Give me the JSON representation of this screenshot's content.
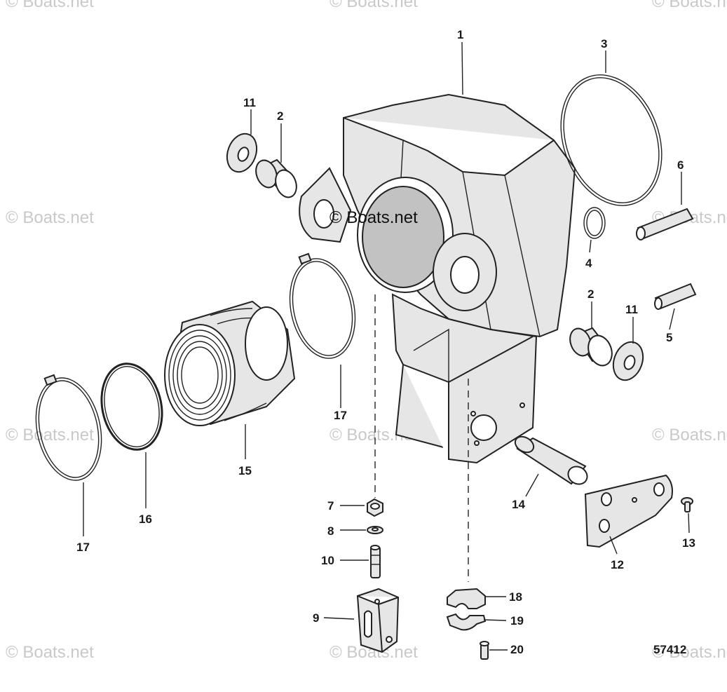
{
  "diagram_id": "57412",
  "watermark_text": "© Boats.net",
  "callouts": {
    "c1": "1",
    "c2a": "2",
    "c2b": "2",
    "c3": "3",
    "c4": "4",
    "c5": "5",
    "c6": "6",
    "c7": "7",
    "c8": "8",
    "c9": "9",
    "c10": "10",
    "c11a": "11",
    "c11b": "11",
    "c12": "12",
    "c13": "13",
    "c14": "14",
    "c15": "15",
    "c16": "16",
    "c17a": "17",
    "c17b": "17",
    "c18": "18",
    "c19": "19",
    "c20": "20"
  }
}
